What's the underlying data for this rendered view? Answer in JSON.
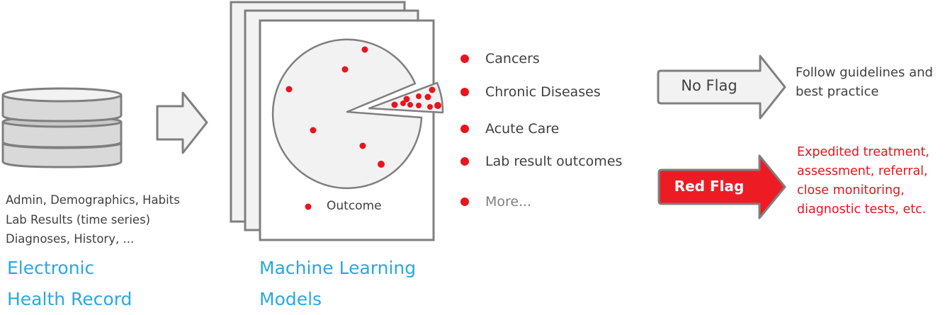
{
  "ehr": {
    "details": [
      "Admin, Demographics, Habits",
      "Lab Results (time series)",
      "Diagnoses, History, ..."
    ],
    "title_line1": "Electronic",
    "title_line2": "Health Record",
    "icon": "database-icon"
  },
  "ml": {
    "title_line1": "Machine Learning",
    "title_line2": "Models",
    "legend_label": "Outcome",
    "icon": "pie-chart-icon"
  },
  "outcomes": {
    "items": [
      {
        "label": "Cancers"
      },
      {
        "label": "Chronic Diseases"
      },
      {
        "label": "Acute Care"
      },
      {
        "label": "Lab result outcomes"
      },
      {
        "label": "More..."
      }
    ]
  },
  "flags": {
    "no_flag": {
      "label": "No Flag",
      "action_line1": "Follow guidelines and",
      "action_line2": "best practice"
    },
    "red_flag": {
      "label": "Red Flag",
      "action_lines": [
        "Expedited treatment,",
        "assessment, referral,",
        "close monitoring,",
        "diagnostic tests,  etc."
      ]
    }
  },
  "colors": {
    "accent_blue": "#29a8e0",
    "alert_red": "#e8141e",
    "shape_fill": "#f2f2f2",
    "shape_stroke": "#7f7f7f",
    "text_gray": "#404040"
  }
}
